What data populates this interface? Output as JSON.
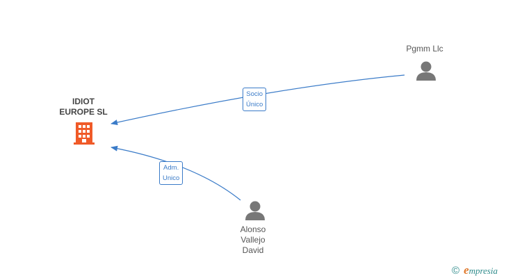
{
  "nodes": {
    "company": {
      "name": "IDIOT\nEUROPE  SL",
      "type": "company"
    },
    "pgmm": {
      "name": "Pgmm Llc",
      "type": "person"
    },
    "alonso": {
      "name": "Alonso\nVallejo\nDavid",
      "type": "person"
    }
  },
  "edges": [
    {
      "from": "pgmm",
      "to": "company",
      "label": "Socio\nÚnico"
    },
    {
      "from": "alonso",
      "to": "company",
      "label": "Adm.\nUnico"
    }
  ],
  "brand": {
    "copyright": "©",
    "initial": "e",
    "rest": "mpresia"
  },
  "colors": {
    "edge": "#3a7bc8",
    "company_icon": "#f05a28",
    "person_icon": "#777777",
    "brand": "#2e8b8b"
  },
  "icons": {
    "company": "building-icon",
    "person": "person-icon"
  }
}
